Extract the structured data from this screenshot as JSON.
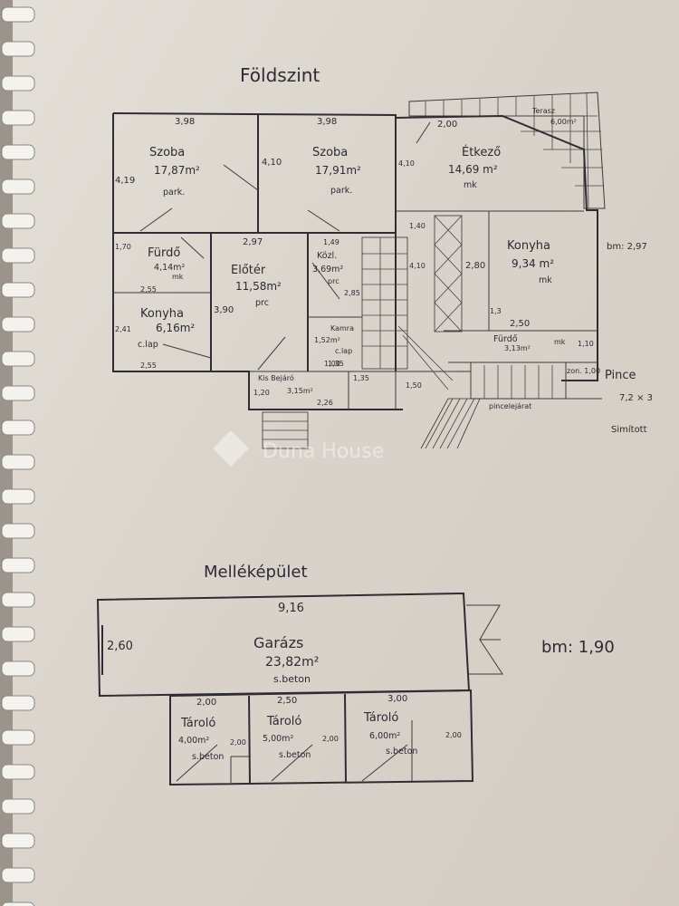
{
  "floor_plan": {
    "title": "Földszint",
    "rooms": [
      {
        "id": "szoba1",
        "name": "Szoba",
        "area": "17,87m²",
        "floor": "park.",
        "w": "3,98",
        "h": "4,19"
      },
      {
        "id": "szoba2",
        "name": "Szoba",
        "area": "17,91m²",
        "floor": "park.",
        "w": "3,98",
        "h": "4,10"
      },
      {
        "id": "etkezo",
        "name": "Étkező",
        "area": "14,69 m²",
        "floor": "mk"
      },
      {
        "id": "furdo1",
        "name": "Fürdő",
        "area": "4,14m²",
        "floor": "mk",
        "w": "2,55",
        "h": "1,70"
      },
      {
        "id": "eloter",
        "name": "Előtér",
        "area": "11,58m²",
        "floor": "prc",
        "w": "2,97",
        "h": "3,90"
      },
      {
        "id": "kozl",
        "name": "Közl.",
        "area": "3,69m²",
        "floor": "prc",
        "w": "1,49",
        "h": "2,85"
      },
      {
        "id": "konyha1",
        "name": "Konyha",
        "area": "9,34 m²",
        "floor": "mk",
        "w": "2,80",
        "h": "4,10"
      },
      {
        "id": "konyha2",
        "name": "Konyha",
        "area": "6,16m²",
        "floor": "c.lap",
        "w": "2,55",
        "h": "2,41"
      },
      {
        "id": "kamra",
        "name": "Kamra",
        "area": "1,52m²",
        "floor": "c.lap",
        "w": "1,35"
      },
      {
        "id": "furdo2",
        "name": "Fürdő",
        "area": "3,13m²",
        "floor": "mk",
        "w": "2,50",
        "h": "1,10"
      },
      {
        "id": "bejaro",
        "name": "Kis Bejáró",
        "area": "3,15m²",
        "w": "2,26",
        "h": "1,20"
      }
    ],
    "terasz": {
      "name": "Terasz",
      "area": "6,00m²"
    },
    "pince": {
      "label": "Pince",
      "dims": "7,2 × 3",
      "note": "Simított"
    },
    "bm": "bm: 2,97",
    "dims": {
      "top_w": "2,00",
      "stair": "pincelejárat",
      "zon": "zon. 1,00",
      "d1": "1,40",
      "d2": "1,3",
      "d3": "1,35",
      "d4": "1,00",
      "d5": "1,50"
    }
  },
  "outbuilding": {
    "title": "Melléképület",
    "garage": {
      "name": "Garázs",
      "area": "23,82m²",
      "floor": "s.beton",
      "w": "9,16",
      "h": "2,60"
    },
    "storages": [
      {
        "name": "Tároló",
        "area": "4,00m²",
        "floor": "s.beton",
        "w": "2,00",
        "h": "2,00"
      },
      {
        "name": "Tároló",
        "area": "5,00m²",
        "floor": "s.beton",
        "w": "2,50",
        "h": "2,00"
      },
      {
        "name": "Tároló",
        "area": "6,00m²",
        "floor": "s.beton",
        "w": "3,00",
        "h": "2,00"
      }
    ],
    "bm": "bm: 1,90"
  },
  "watermark": "Duna House",
  "colors": {
    "paper": "#ddd7cf",
    "ink": "#2d2d33",
    "watermark": "#ffffff"
  }
}
